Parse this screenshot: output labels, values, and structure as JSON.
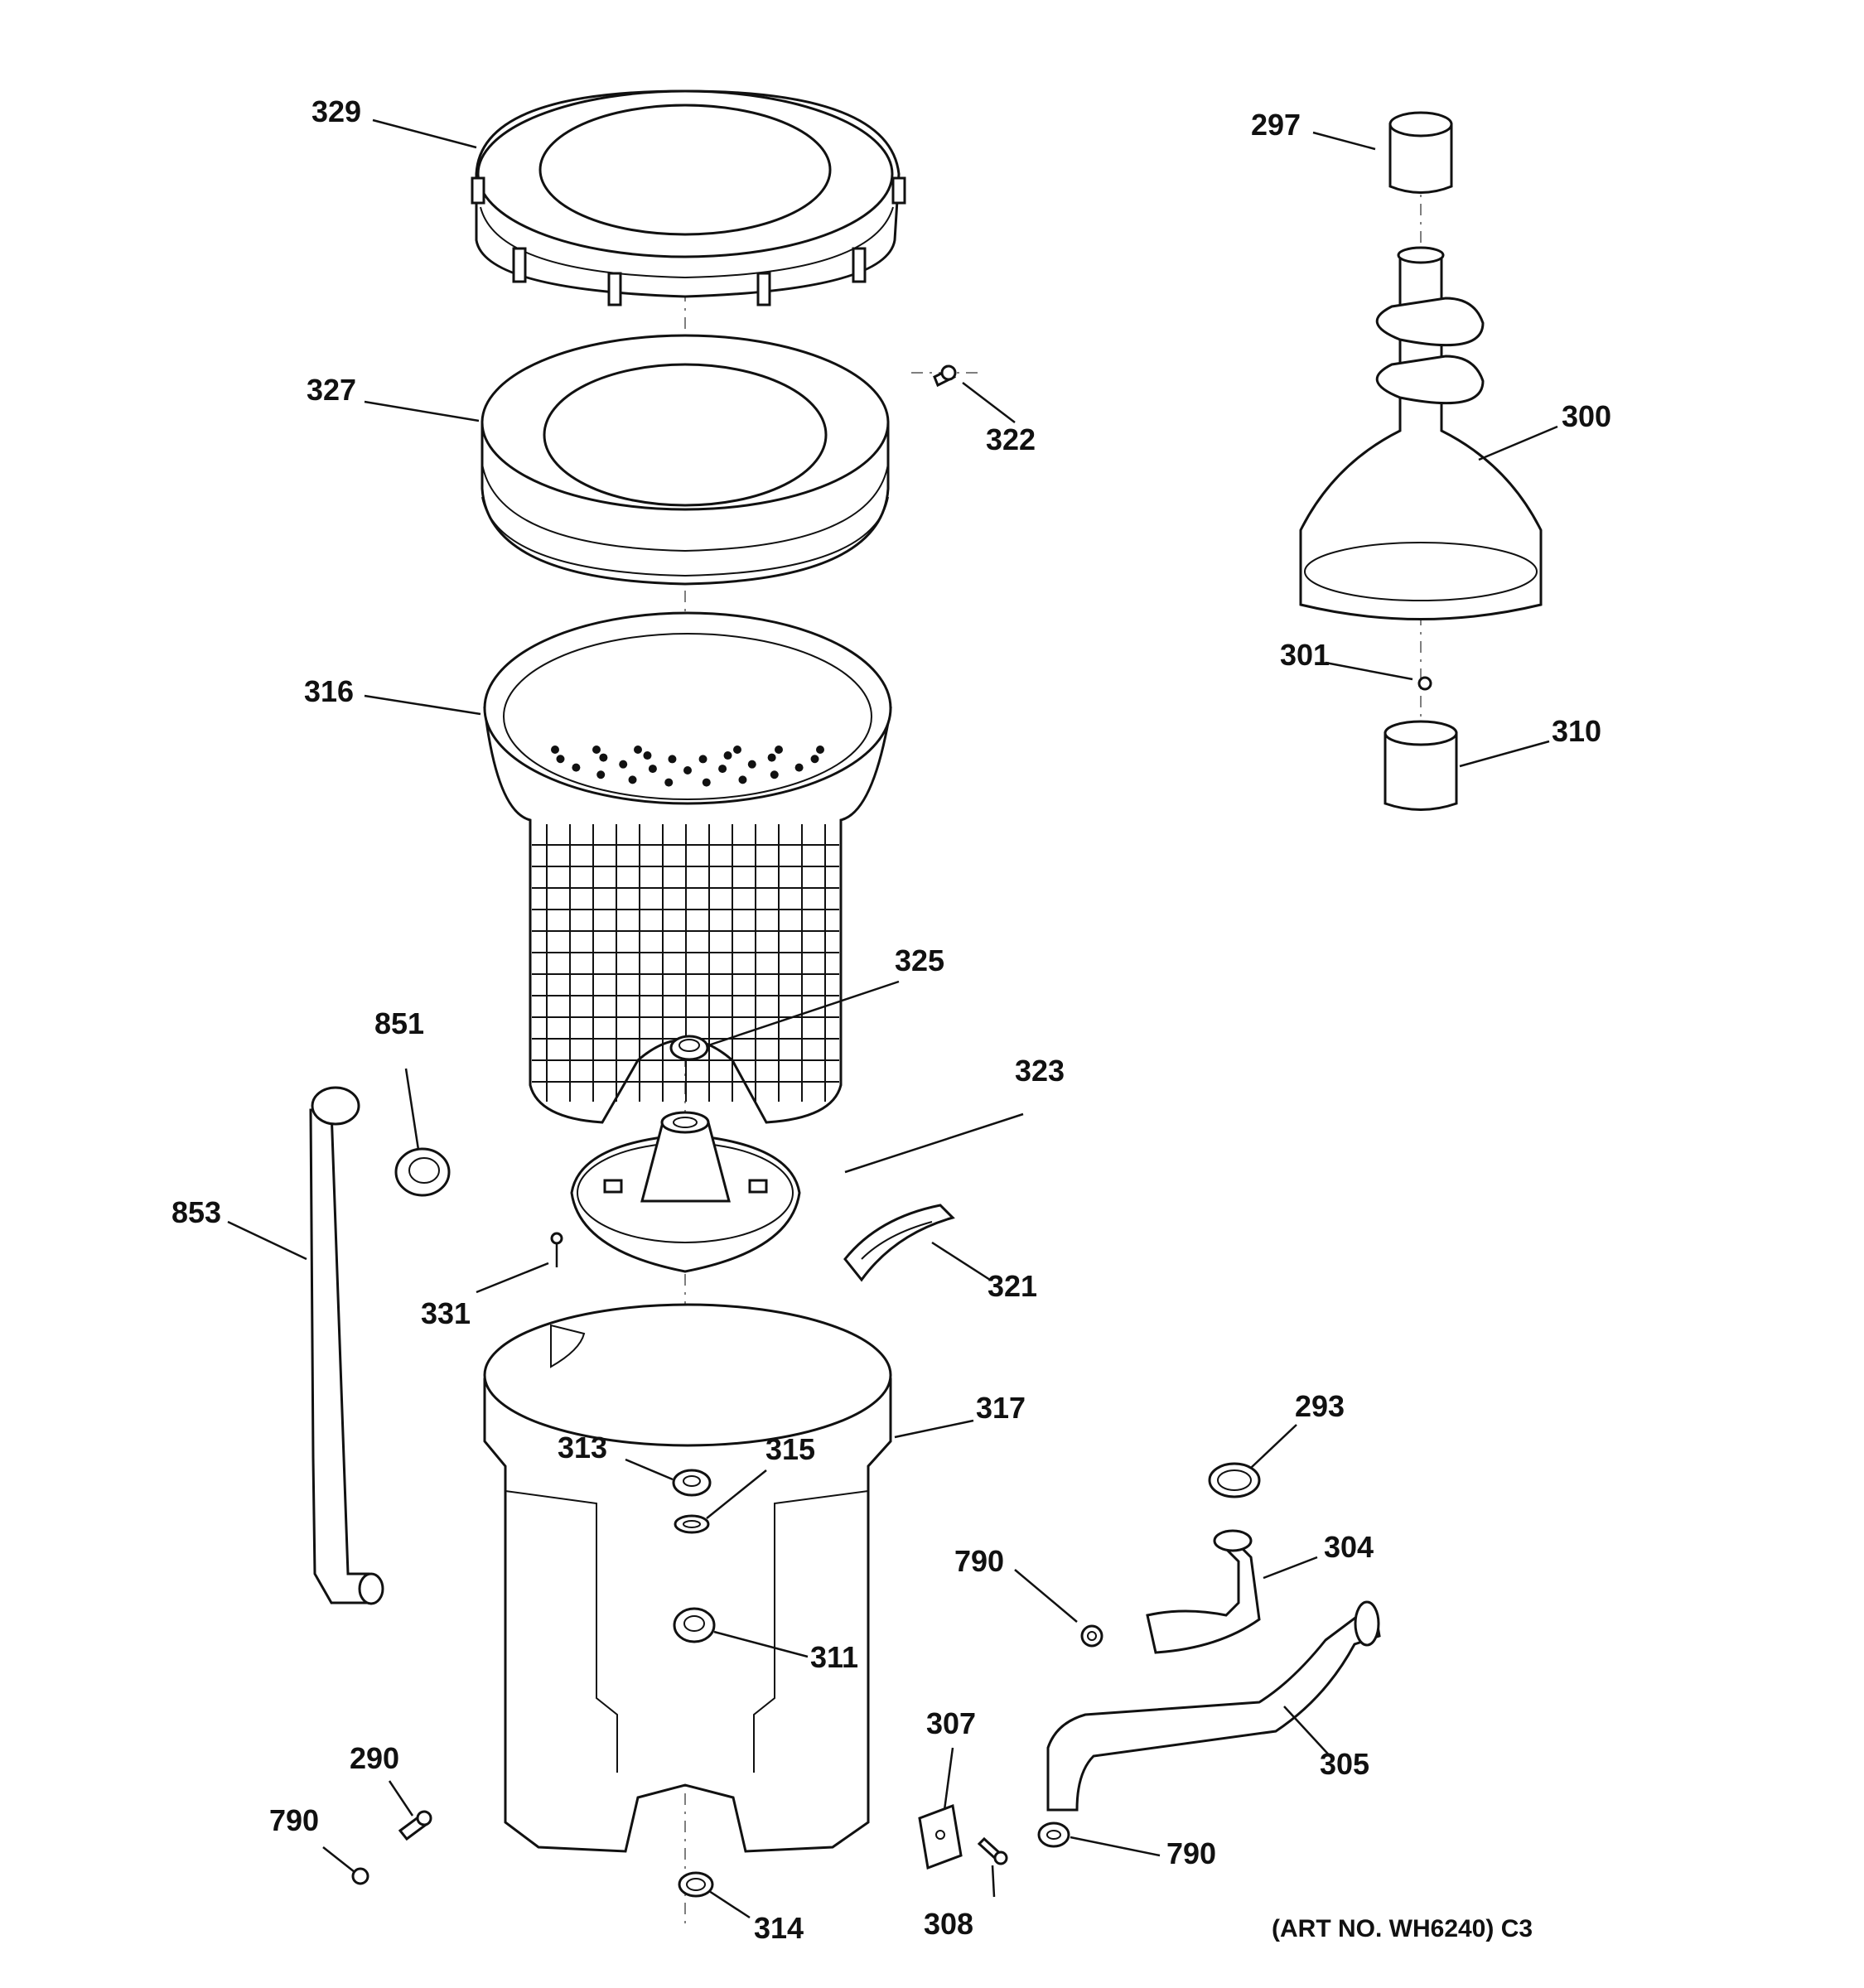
{
  "diagram": {
    "art_number": "(ART NO. WH6240) C3",
    "callouts": {
      "p329": "329",
      "p327": "327",
      "p322": "322",
      "p316": "316",
      "p325": "325",
      "p851": "851",
      "p853": "853",
      "p323": "323",
      "p331": "331",
      "p321": "321",
      "p317": "317",
      "p313": "313",
      "p315": "315",
      "p311": "311",
      "p290": "290",
      "p790a": "790",
      "p314": "314",
      "p297": "297",
      "p300": "300",
      "p301": "301",
      "p310": "310",
      "p293": "293",
      "p304": "304",
      "p790b": "790",
      "p305": "305",
      "p307": "307",
      "p308": "308",
      "p790c": "790"
    }
  },
  "colors": {
    "ink": "#111111",
    "paper": "#ffffff"
  }
}
